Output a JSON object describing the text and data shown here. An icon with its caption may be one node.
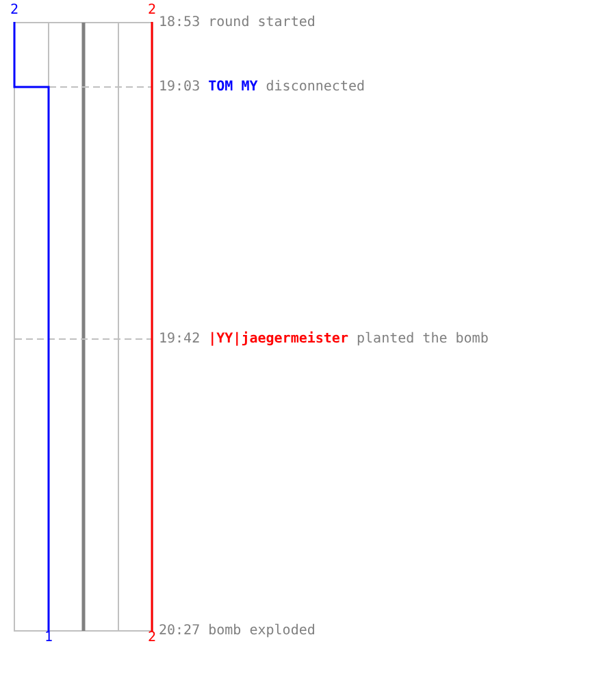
{
  "diagram": {
    "labels": [
      "2",
      "2",
      "18:53 round started",
      "19:03 **TOM MY** disconnected",
      "19:42 **|YY|jaegermeister** planted the bomb",
      "1",
      "2",
      "20:27 bomb exploded"
    ]
  }
}
